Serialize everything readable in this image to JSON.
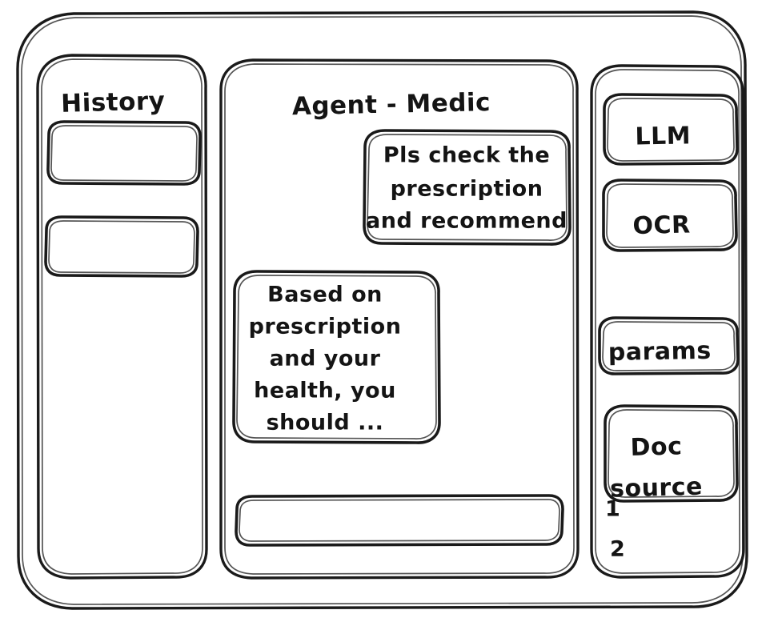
{
  "window": {
    "name": "wireframe-sketch",
    "style": "hand-drawn",
    "stroke_color": "#1a1a1a",
    "background_color": "#ffffff"
  },
  "history_panel": {
    "title": "History",
    "items": [
      {
        "label": ""
      },
      {
        "label": ""
      }
    ]
  },
  "main_panel": {
    "title": "Agent - Medic",
    "messages": [
      {
        "role": "user",
        "lines": [
          "Pls check the",
          "prescription",
          "and recommend"
        ]
      },
      {
        "role": "agent",
        "lines": [
          "Based on",
          "prescription",
          "and your",
          "health, you",
          "should ..."
        ]
      }
    ],
    "composer": {
      "value": "",
      "placeholder": ""
    }
  },
  "tools_panel": {
    "chips": [
      {
        "label": "LLM"
      },
      {
        "label": "OCR"
      },
      {
        "label": "params"
      },
      {
        "label": "Doc\nsource"
      }
    ],
    "doc_source": {
      "label_line1": "Doc",
      "label_line2": "source",
      "list": [
        "1",
        "2"
      ]
    }
  }
}
